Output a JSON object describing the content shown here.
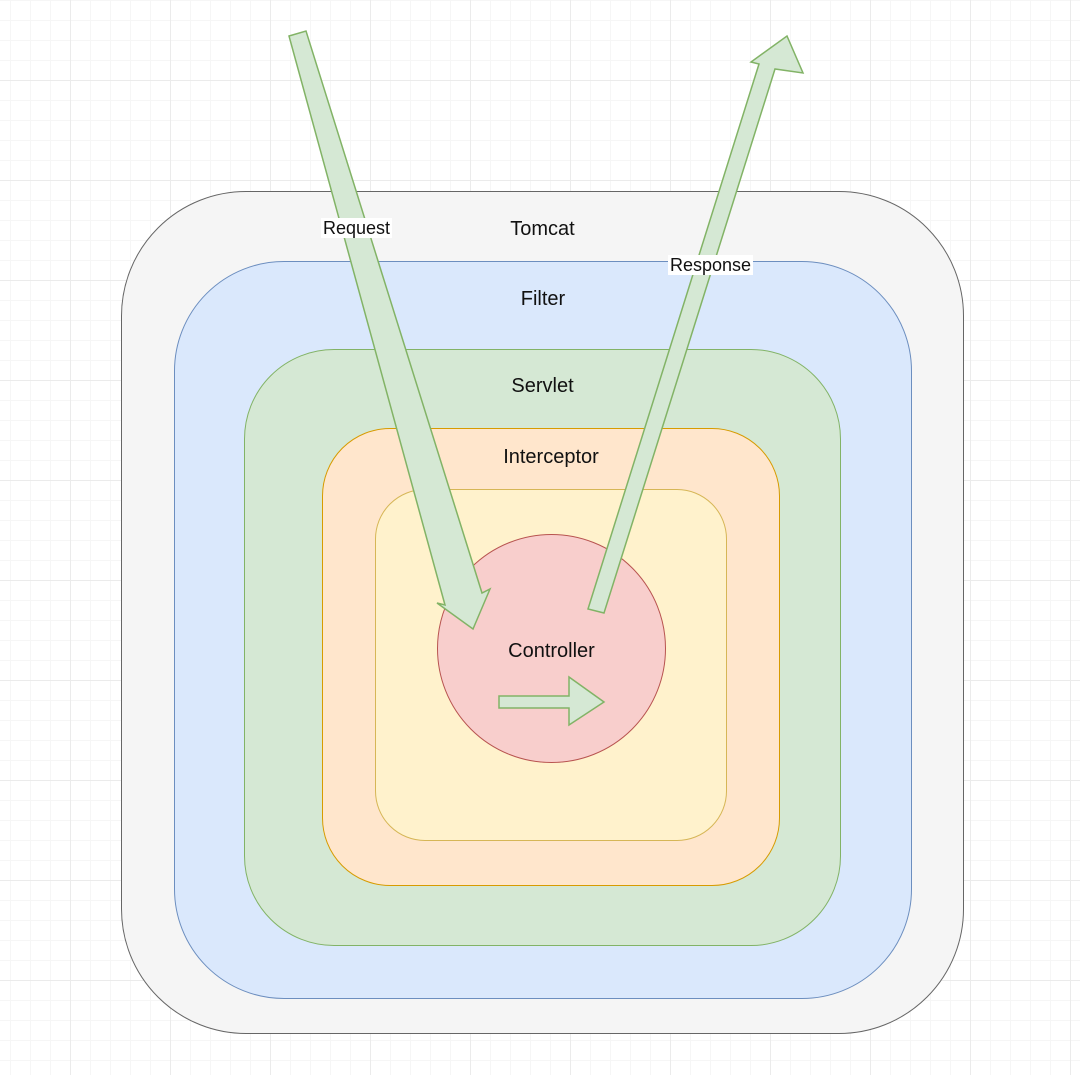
{
  "colors": {
    "tomcat_fill": "#f5f5f5",
    "tomcat_border": "#666666",
    "filter_fill": "#dae8fc",
    "filter_border": "#6c8ebf",
    "servlet_fill": "#d5e8d4",
    "servlet_border": "#82b366",
    "interceptor_fill": "#ffe6cc",
    "interceptor_border": "#d79b00",
    "inner_fill": "#fff2cc",
    "inner_border": "#d6b656",
    "controller_fill": "#f8cecc",
    "controller_border": "#b85450",
    "arrow_fill": "#d5e8d4",
    "arrow_border": "#82b366"
  },
  "layers": {
    "tomcat": "Tomcat",
    "filter": "Filter",
    "servlet": "Servlet",
    "interceptor": "Interceptor",
    "controller": "Controller"
  },
  "flows": {
    "request": "Request",
    "response": "Response"
  }
}
